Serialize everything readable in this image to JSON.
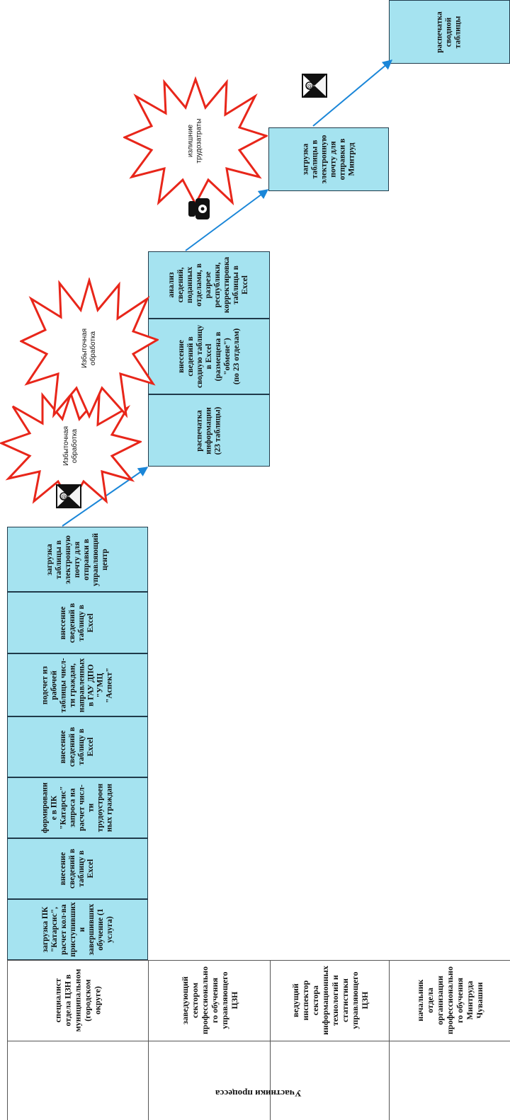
{
  "participants_title": "Участники процесса",
  "participants": [
    "специалист\nотдела ЦЗН в\nмуниципальном\n(городском\nокруге)",
    "заведующий\nсектором\nпрофессионально\nго обучения\nуправляющего\nЦЗН",
    "ведущий\nинспектор\nсектора\nинформационных\nтехнологий и\nстатистики\nуправляющего\nЦЗН",
    "начальник\nотдела\nорганизации\nпрофессионально\nго обучения\nМинтруда\nЧувашии"
  ],
  "lane1_steps": [
    "загрузка ПК\n\"Катарсис\",\nрасчет кол-ва\nприступивших\nи\nзавершивших\nобучение (1\nуслуга)",
    "внесение\nсведений в\nтаблицу в\nExcel",
    "формировани\nе в ПК\n\"Катарсис\"\nзапроса на\nрасчет числ-\nти\nтрудоустроен\nных граждан",
    "внесение\nсведений в\nтаблицу в\nExcel",
    "подсчет из\nрабочей\nтаблицы числ-\nти граждан,\nнаправленных\nв ГАУ ДПО\n\"УМЦ\n\"Аспект\"",
    "внесение\nсведений в\nтаблицу в\nExcel",
    "загрузка\nтаблицы в\nэлектронную\nпочту для\nотправки в\nуправляющий\nцентр"
  ],
  "lane2_steps": [
    "распечатка\nинформации\n(23 таблицы)",
    "внесение\nсведений в\nсводную таблицу\nв Excel\n(размещена в\n\"обмене\")\n(по 23 отделам)",
    "анализ\nсведений,\nподанных\nотделами, в\nразрезе\nреспублики,\nкорректировка\nтаблицы в\nExcel"
  ],
  "lane3_steps": [
    "загрузка\nтаблицы в\nэлектронную\nпочту для\nотправки в\nМинтруд"
  ],
  "lane4_steps": [
    "распечатка\nсводной\nтаблицы"
  ],
  "waste_labels": [
    "Избыточная\nобработка",
    "Избыточная\nобработка",
    "излишние\nтрудозатраты"
  ],
  "icons": [
    "email-icon",
    "email-icon",
    "phone-icon"
  ],
  "colors": {
    "step_fill": "#a5e3f0",
    "arrow": "#1a86d8",
    "star_stroke": "#e8261a"
  }
}
